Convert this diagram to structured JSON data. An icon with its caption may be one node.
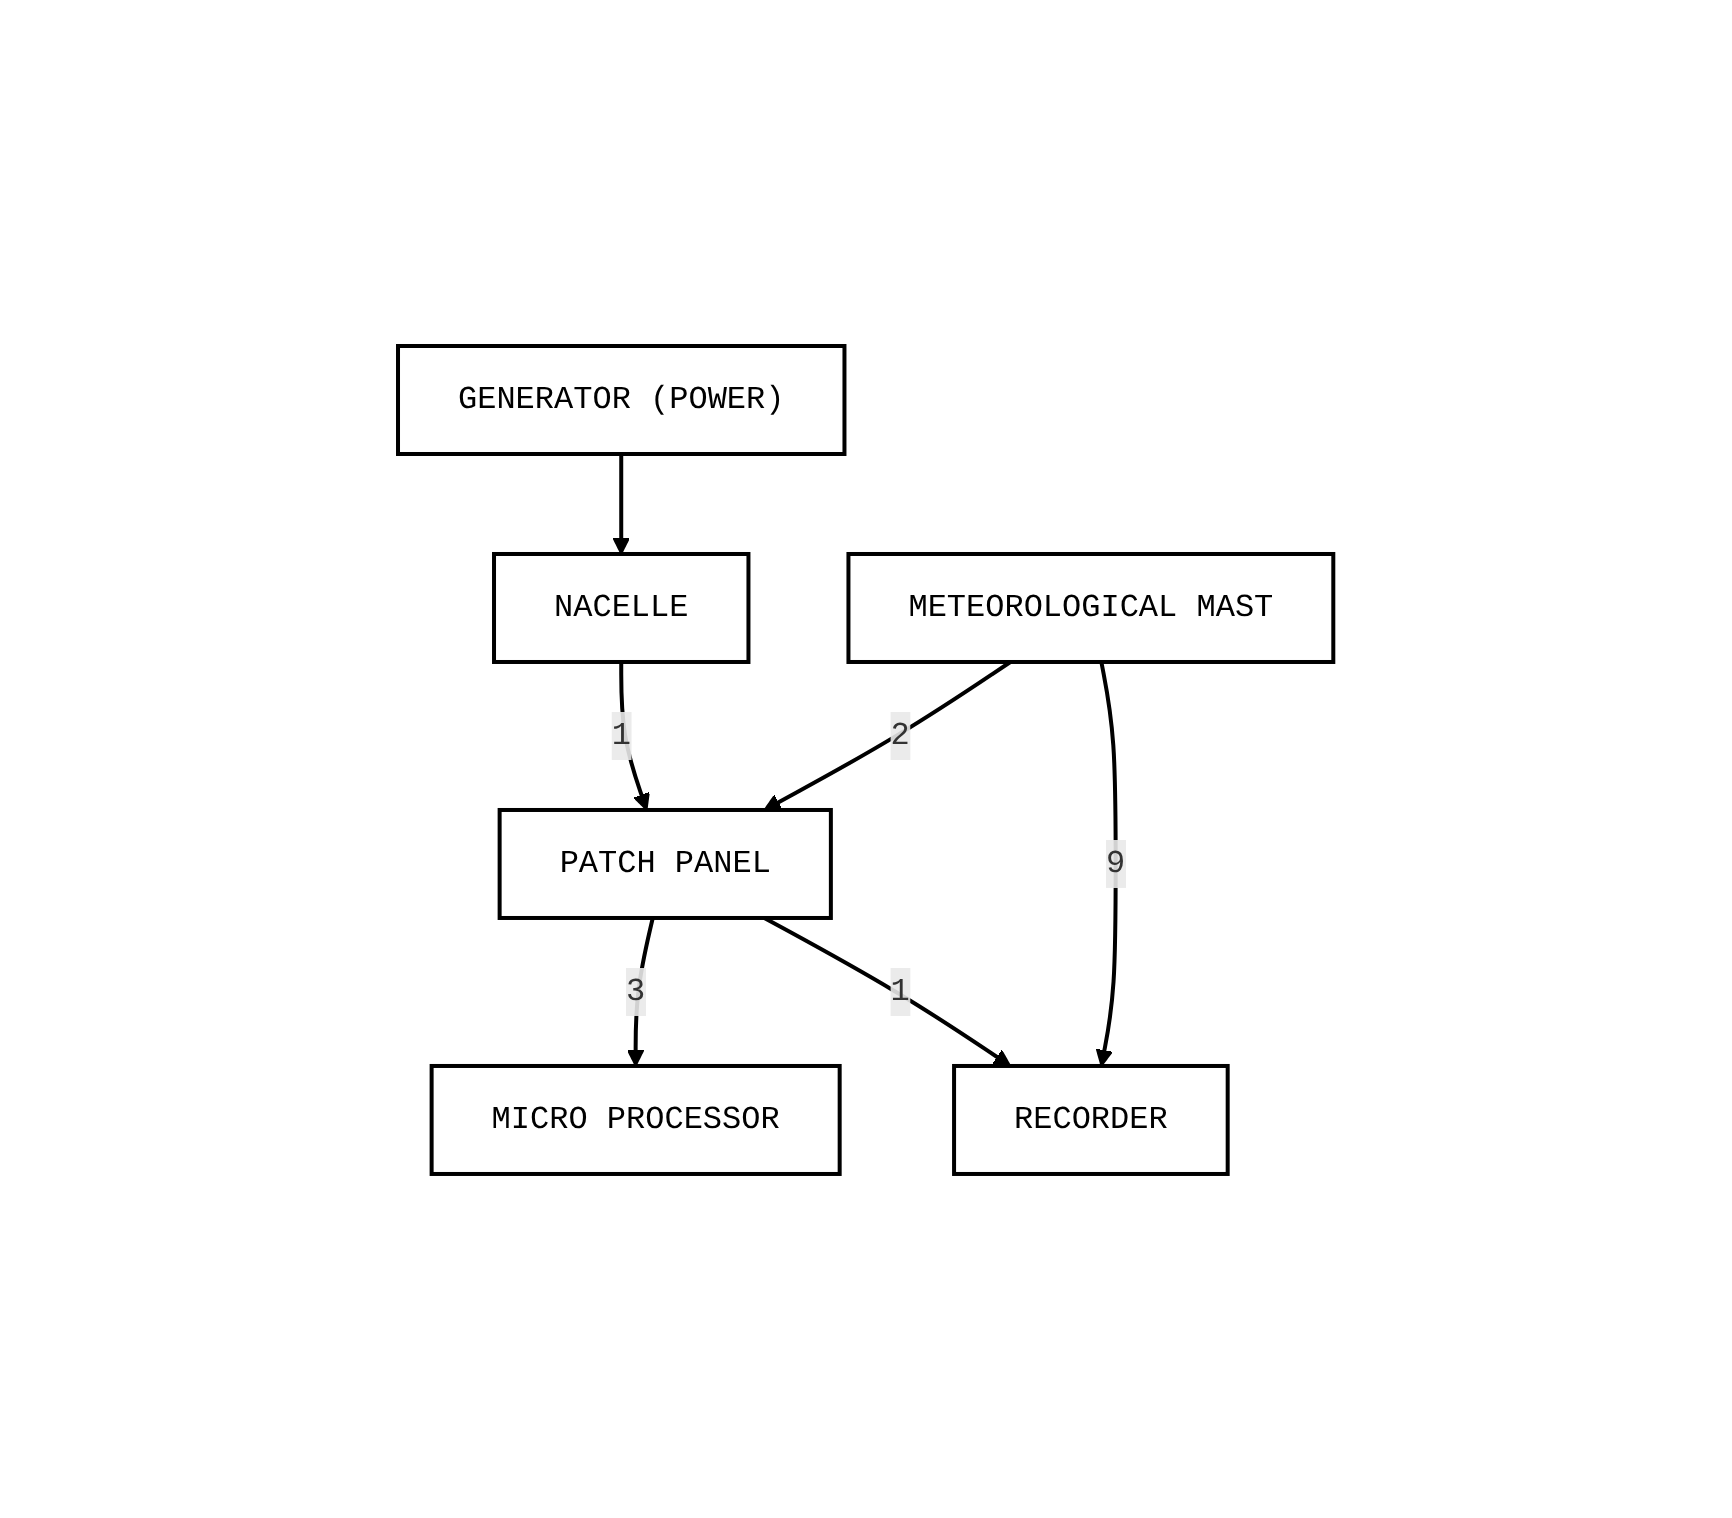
{
  "diagram": {
    "nodes": [
      {
        "text": [
          "GENERATOR (POWER)"
        ]
      },
      {
        "text": [
          "NACELLE"
        ]
      },
      {
        "text": [
          "METEOROLOGICAL MAST"
        ]
      },
      {
        "text": [
          "PATCH PANEL"
        ]
      },
      {
        "text": [
          "MICRO PROCESSOR"
        ]
      },
      {
        "text": [
          "RECORDER"
        ]
      }
    ],
    "edges": [
      {
        "from": 0,
        "to": 1,
        "arrow": "to"
      },
      {
        "from": 1,
        "to": 3,
        "arrow": "to",
        "label": "1"
      },
      {
        "from": 2,
        "to": 3,
        "arrow": "to",
        "label": "2"
      },
      {
        "from": 2,
        "to": 5,
        "arrow": "to",
        "label": "9"
      },
      {
        "from": 3,
        "to": 4,
        "arrow": "to",
        "label": "3"
      },
      {
        "from": 3,
        "to": 5,
        "arrow": "to",
        "label": "1"
      }
    ]
  }
}
